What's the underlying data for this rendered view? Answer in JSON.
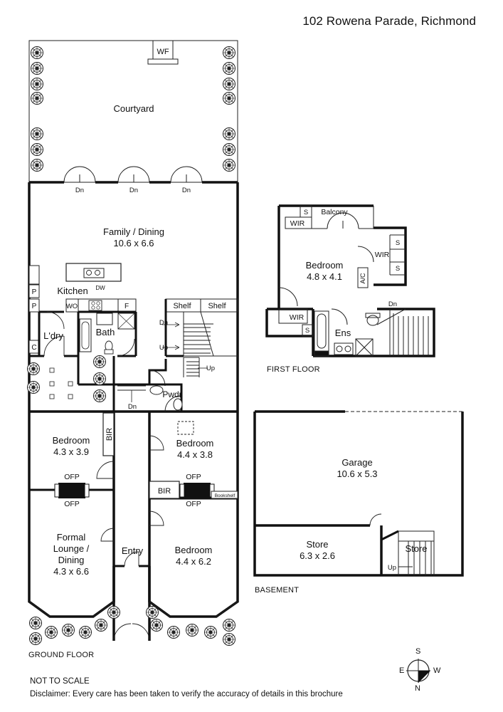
{
  "address": "102 Rowena Parade, Richmond",
  "floors": {
    "ground": "GROUND FLOOR",
    "first": "FIRST FLOOR",
    "basement": "BASEMENT"
  },
  "notes": {
    "scale": "NOT TO SCALE",
    "disclaimer": "Disclaimer: Every care has been taken to verify the accuracy of details in this brochure"
  },
  "compass": {
    "s": "S",
    "e": "E",
    "w": "W",
    "n": "N"
  },
  "rooms": {
    "courtyard": "Courtyard",
    "wf": "WF",
    "dn1": "Dn",
    "dn2": "Dn",
    "dn3": "Dn",
    "family_name": "Family / Dining",
    "family_dims": "10.6 x 6.6",
    "kitchen": "Kitchen",
    "dw": "DW",
    "p1": "P",
    "p2": "P",
    "c": "C",
    "wo": "WO",
    "f": "F",
    "bath": "Bath",
    "laundry": "L'dry",
    "shelf1": "Shelf",
    "shelf2": "Shelf",
    "stair_dn": "Dn",
    "stair_up": "Up",
    "stair_up2": "Up",
    "hall_dn": "Dn",
    "pwdr": "Pwdr",
    "bed1_name": "Bedroom",
    "bed1_dims": "4.3 x 3.9",
    "bir1": "BIR",
    "ofp1": "OFP",
    "ofp2": "OFP",
    "ofp3": "OFP",
    "ofp4": "OFP",
    "bed2_name": "Bedroom",
    "bed2_dims": "4.4 x 3.8",
    "bir2": "BIR",
    "bookshelf": "Bookshelf",
    "lounge_l1": "Formal",
    "lounge_l2": "Lounge /",
    "lounge_l3": "Dining",
    "lounge_dims": "4.3 x 6.6",
    "entry": "Entry",
    "bed3_name": "Bedroom",
    "bed3_dims": "4.4 x 6.2",
    "ff_s1": "S",
    "ff_balcony": "Balcony",
    "ff_wir1": "WIR",
    "ff_bed_name": "Bedroom",
    "ff_bed_dims": "4.8 x 4.1",
    "ff_wir2": "WIR",
    "ff_s2": "S",
    "ff_s3": "S",
    "ff_ac": "A/C",
    "ff_wir3": "WIR",
    "ff_s4": "S",
    "ff_ens": "Ens",
    "ff_dn": "Dn",
    "garage_name": "Garage",
    "garage_dims": "10.6 x 5.3",
    "store_name": "Store",
    "store_dims": "6.3 x 2.6",
    "store2": "Store",
    "bs_up": "Up"
  }
}
